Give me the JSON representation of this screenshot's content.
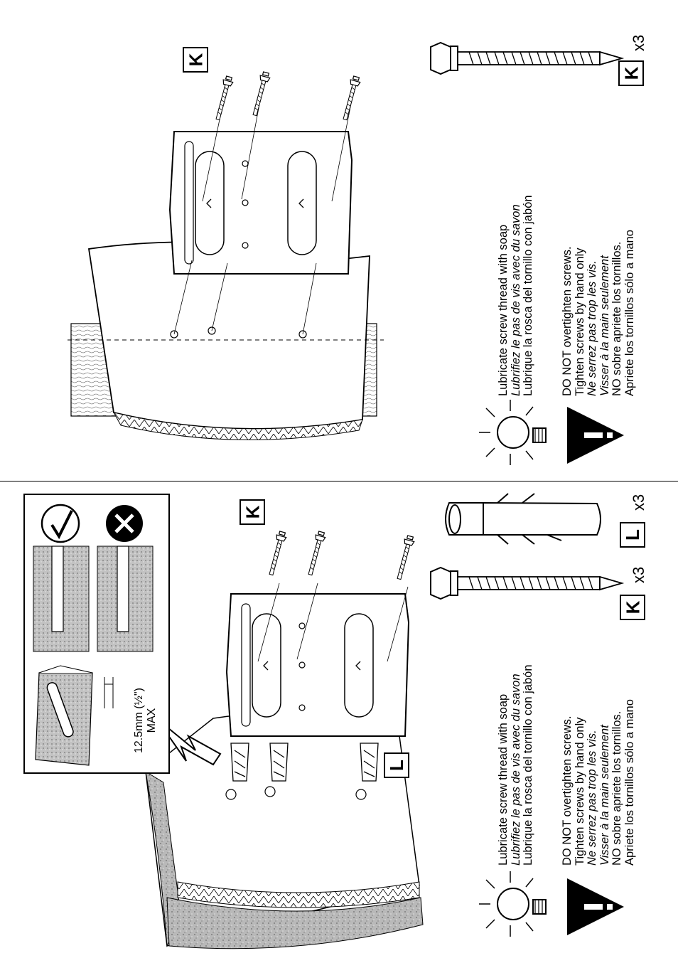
{
  "top_panel": {
    "tip": {
      "icon": "lightbulb-icon",
      "lines": [
        "Lubricate screw thread with soap",
        "Lubrifiez le pas de vis avec du savon",
        "Lubrique la rosca del  tornillo con jabón"
      ]
    },
    "warning": {
      "icon": "warning-triangle-icon",
      "lines": [
        "DO NOT overtighten screws.",
        "Tighten screws by hand only",
        "Ne serrez pas trop les vis.",
        "Visser à la main seulement",
        "NO sobre apriete los tornillos.",
        "Apriete los tornillos sólo a mano"
      ]
    },
    "part_labels": {
      "screw_label": "K"
    },
    "parts": [
      {
        "label": "K",
        "count": "x3",
        "icon": "lag-screw-icon"
      }
    ]
  },
  "bottom_panel": {
    "tip": {
      "icon": "lightbulb-icon",
      "lines": [
        "Lubricate screw thread with soap",
        "Lubrifiez le pas de vis avec du savon",
        "Lubrique la rosca del  tornillo con jabón"
      ]
    },
    "warning": {
      "icon": "warning-triangle-icon",
      "lines": [
        "DO NOT overtighten screws.",
        "Tighten screws by hand only",
        "Ne serrez pas trop les vis.",
        "Visser à la main seulement",
        "NO sobre apriete los tornillos.",
        "Apriete los tornillos sólo a mano"
      ]
    },
    "part_labels": {
      "screw_label": "K",
      "anchor_label": "L"
    },
    "parts": [
      {
        "label": "K",
        "count": "x3",
        "icon": "lag-screw-icon"
      },
      {
        "label": "L",
        "count": "x3",
        "icon": "wall-anchor-icon"
      }
    ],
    "inset": {
      "dimension_line1": "12.5mm (½\")",
      "dimension_line2": "MAX",
      "correct_icon": "check-circle-icon",
      "wrong_icon": "x-circle-icon"
    }
  }
}
